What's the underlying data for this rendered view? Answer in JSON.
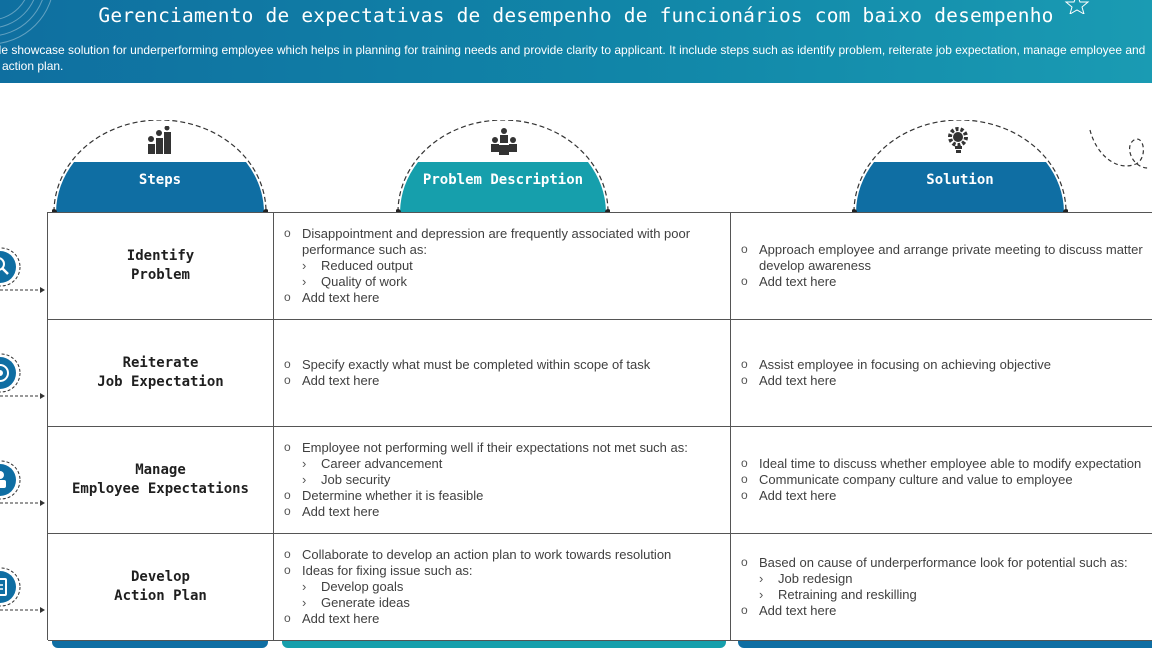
{
  "header": {
    "title": "Gerenciamento de expectativas de desempenho de funcionários com baixo desempenho",
    "subtitle_line1": "ide showcase solution for underperforming employee which helps in planning for training needs and provide clarity to applicant. It include steps such as identify problem, reiterate job expectation, manage employee and",
    "subtitle_line2": "p action plan."
  },
  "columns": {
    "steps": "Steps",
    "problem": "Problem Description",
    "solution": "Solution"
  },
  "colors": {
    "dark_blue": "#0f6ea3",
    "teal": "#169fac",
    "text": "#404040"
  },
  "rows": [
    {
      "step": "Identify\nProblem",
      "problem": {
        "items": [
          {
            "text": "Disappointment and depression are frequently associated with poor performance such as:",
            "subs": [
              "Reduced output",
              "Quality of work"
            ]
          },
          {
            "text": "Add text here",
            "subs": []
          }
        ]
      },
      "solution": {
        "items": [
          {
            "text": "Approach employee and arrange private meeting to discuss matter",
            "subs": [],
            "cont": "develop awareness"
          },
          {
            "text": "Add text here",
            "subs": []
          }
        ]
      }
    },
    {
      "step": "Reiterate\nJob Expectation",
      "problem": {
        "items": [
          {
            "text": "Specify exactly what must be completed within scope of task",
            "subs": []
          },
          {
            "text": "Add text here",
            "subs": []
          }
        ]
      },
      "solution": {
        "items": [
          {
            "text": "Assist employee in focusing on achieving objective",
            "subs": []
          },
          {
            "text": "Add text here",
            "subs": []
          }
        ]
      }
    },
    {
      "step": "Manage\nEmployee Expectations",
      "problem": {
        "items": [
          {
            "text": "Employee not performing well if their expectations not met such as:",
            "subs": [
              "Career advancement",
              "Job security"
            ]
          },
          {
            "text": "Determine whether it is feasible",
            "subs": []
          },
          {
            "text": "Add text here",
            "subs": []
          }
        ]
      },
      "solution": {
        "items": [
          {
            "text": "Ideal time to discuss whether employee able to modify expectation",
            "subs": []
          },
          {
            "text": "Communicate company culture and value to employee",
            "subs": []
          },
          {
            "text": "Add text here",
            "subs": []
          }
        ]
      }
    },
    {
      "step": "Develop\nAction Plan",
      "problem": {
        "items": [
          {
            "text": " Collaborate to develop an action plan to work towards resolution",
            "subs": []
          },
          {
            "text": "Ideas for fixing issue such as:",
            "subs": [
              "Develop goals",
              "Generate ideas"
            ]
          },
          {
            "text": "Add text here",
            "subs": []
          }
        ]
      },
      "solution": {
        "items": [
          {
            "text": "Based on cause of underperformance look for potential such as:",
            "subs": [
              "Job redesign",
              "Retraining and reskilling"
            ]
          },
          {
            "text": "Add text here",
            "subs": []
          }
        ]
      }
    }
  ],
  "icons": {
    "steps_header": "steps-podium-icon",
    "problem_header": "team-people-icon",
    "solution_header": "gear-bulb-icon",
    "row_icons": [
      "search-icon",
      "target-icon",
      "person-icon",
      "plan-icon"
    ]
  }
}
